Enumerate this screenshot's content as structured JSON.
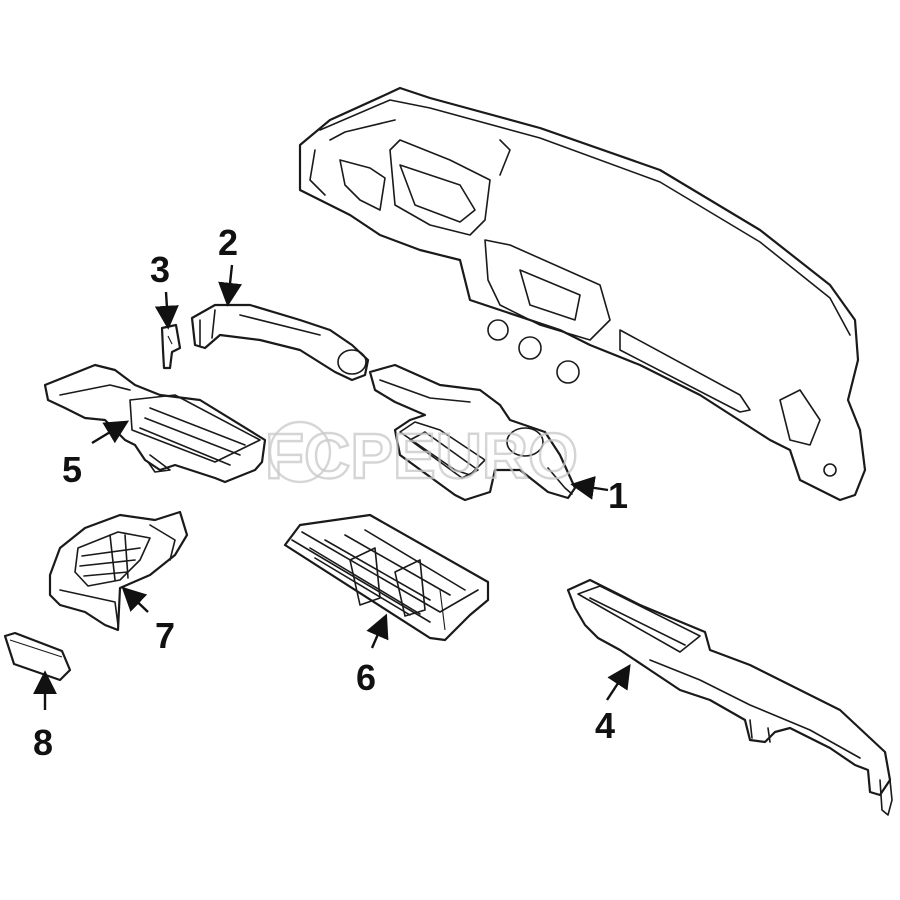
{
  "diagram": {
    "callouts": [
      {
        "id": "1",
        "label": "1"
      },
      {
        "id": "2",
        "label": "2"
      },
      {
        "id": "3",
        "label": "3"
      },
      {
        "id": "4",
        "label": "4"
      },
      {
        "id": "5",
        "label": "5"
      },
      {
        "id": "6",
        "label": "6"
      },
      {
        "id": "7",
        "label": "7"
      },
      {
        "id": "8",
        "label": "8"
      }
    ],
    "watermark": "FCPEURO",
    "colors": {
      "line": "#1a1a1a",
      "background": "#ffffff",
      "watermark": "#c8c8c8"
    }
  }
}
